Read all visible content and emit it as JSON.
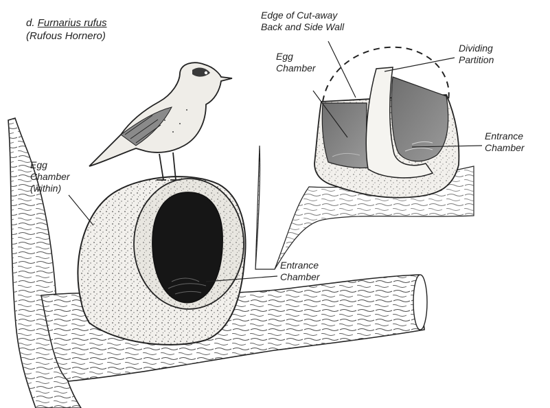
{
  "figure": {
    "letter": "d.",
    "species_name": "Furnarius rufus",
    "common_name": "(Rufous Hornero)"
  },
  "labels": {
    "egg_chamber_within": [
      "Egg",
      "Chamber",
      "(within)"
    ],
    "entrance_chamber_main": [
      "Entrance",
      "Chamber"
    ],
    "cutaway_edge": [
      "Edge of Cut-away",
      "Back and Side Wall"
    ],
    "egg_chamber_section": [
      "Egg",
      "Chamber"
    ],
    "dividing_partition": [
      "Dividing",
      "Partition"
    ],
    "entrance_chamber_section": [
      "Entrance",
      "Chamber"
    ]
  },
  "colors": {
    "ink": "#222222",
    "nest_fill": "#f2f0ec",
    "cavity_dark": "#161616",
    "section_gray": "#7c7c7c",
    "section_light": "#c6c6c6"
  }
}
